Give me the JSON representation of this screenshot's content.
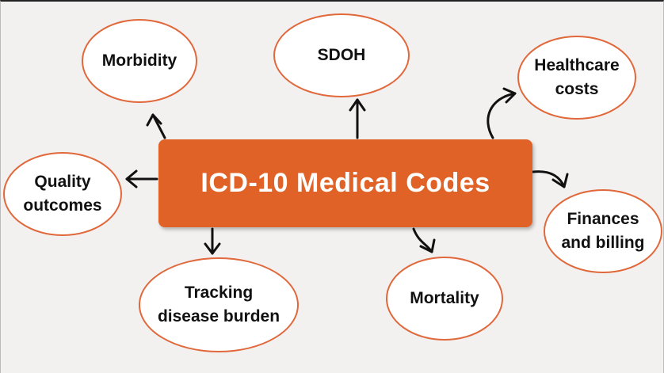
{
  "diagram": {
    "center_label": "ICD-10 Medical Codes",
    "nodes": [
      {
        "id": "morbidity",
        "label": "Morbidity"
      },
      {
        "id": "sdoh",
        "label": "SDOH"
      },
      {
        "id": "healthcare-costs",
        "label": "Healthcare\ncosts"
      },
      {
        "id": "quality-outcomes",
        "label": "Quality\noutcomes"
      },
      {
        "id": "finances-billing",
        "label": "Finances\nand billing"
      },
      {
        "id": "tracking-disease-burden",
        "label": "Tracking\ndisease burden"
      },
      {
        "id": "mortality",
        "label": "Mortality"
      }
    ]
  },
  "colors": {
    "center_fill": "#e06226",
    "node_border": "#e0683a",
    "background": "#f3f0f0",
    "arrow": "#111111"
  }
}
